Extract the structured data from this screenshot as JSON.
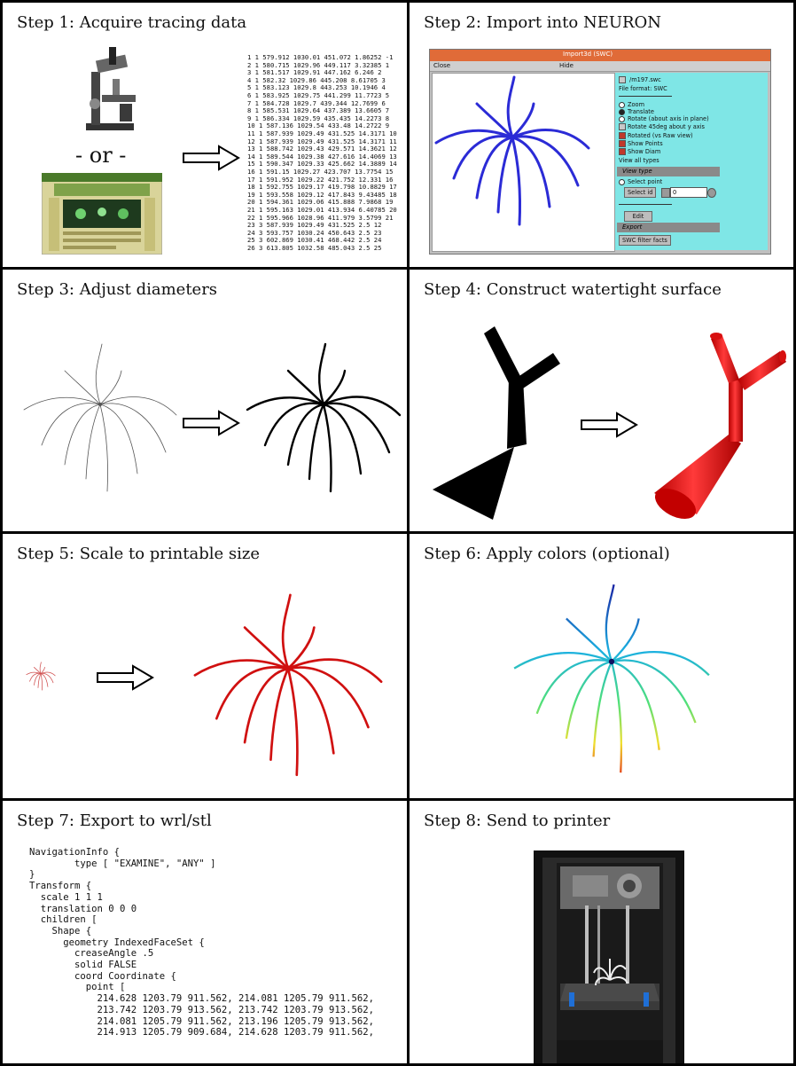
{
  "steps": {
    "s1": {
      "title": "Step 1: Acquire tracing data",
      "or_label": "- or -"
    },
    "s2": {
      "title": "Step 2: Import into NEURON"
    },
    "s3": {
      "title": "Step 3: Adjust diameters"
    },
    "s4": {
      "title": "Step 4: Construct watertight surface"
    },
    "s5": {
      "title": "Step 5: Scale to printable size"
    },
    "s6": {
      "title": "Step 6: Apply colors (optional)"
    },
    "s7": {
      "title": "Step 7: Export to wrl/stl"
    },
    "s8": {
      "title": "Step 8: Send to printer"
    }
  },
  "swc_lines": [
    "1 1 579.912 1030.01 451.072 1.86252 -1",
    "2 1 580.715 1029.96 449.117 3.32385 1",
    "3 1 581.517 1029.91 447.162 6.246 2",
    "4 1 582.32 1029.86 445.208 8.61705 3",
    "5 1 583.123 1029.8 443.253 10.1946 4",
    "6 1 583.925 1029.75 441.299 11.7723 5",
    "7 1 584.728 1029.7 439.344 12.7699 6",
    "8 1 585.531 1029.64 437.389 13.6605 7",
    "9 1 586.334 1029.59 435.435 14.2273 8",
    "10 1 587.136 1029.54 433.48 14.2722 9",
    "11 1 587.939 1029.49 431.525 14.3171 10",
    "12 1 587.939 1029.49 431.525 14.3171 11",
    "13 1 588.742 1029.43 429.571 14.3621 12",
    "14 1 589.544 1029.38 427.616 14.4069 13",
    "15 1 590.347 1029.33 425.662 14.3889 14",
    "16 1 591.15 1029.27 423.707 13.7754 15",
    "17 1 591.952 1029.22 421.752 12.331 16",
    "18 1 592.755 1029.17 419.798 10.8829 17",
    "19 1 593.558 1029.12 417.843 9.43485 18",
    "20 1 594.361 1029.06 415.888 7.9868 19",
    "21 1 595.163 1029.01 413.934 6.40785 20",
    "22 1 595.966 1028.96 411.979 3.5799 21",
    "23 3 587.939 1029.49 431.525 2.5 12",
    "24 3 593.757 1030.24 450.643 2.5 23",
    "25 3 602.869 1030.41 468.442 2.5 24",
    "26 3 613.805 1032.58 485.043 2.5 25"
  ],
  "neuron_window": {
    "title": "Import3d (SWC)",
    "menu": [
      "Close",
      "Hide"
    ],
    "file": "/m197.swc",
    "file_format": "File format: SWC",
    "opt_zoom": "Zoom",
    "opt_translate": "Translate",
    "opt_rotate_plane": "Rotate (about axis in plane)",
    "opt_rotate_45": "Rotate 45deg about y axis",
    "opt_rotated": "Rotated (vs Raw view)",
    "opt_show_points": "Show Points",
    "opt_show_diam": "Show Diam",
    "view_all": "View all types",
    "bar_view_type": "View type",
    "opt_select_point": "Select point",
    "btn_select_id": "Select id",
    "id_value": "0",
    "btn_edit": "Edit",
    "bar_export": "Export",
    "btn_filter": "SWC filter facts"
  },
  "code_lines": [
    "NavigationInfo {",
    "        type [ \"EXAMINE\", \"ANY\" ]",
    "}",
    "Transform {",
    "  scale 1 1 1",
    "  translation 0 0 0",
    "  children [",
    "    Shape {",
    "      geometry IndexedFaceSet {",
    "        creaseAngle .5",
    "        solid FALSE",
    "        coord Coordinate {",
    "          point [",
    "            214.628 1203.79 911.562, 214.081 1205.79 911.562,",
    "            213.742 1203.79 913.562, 213.742 1203.79 913.562,",
    "            214.081 1205.79 911.562, 213.196 1205.79 913.562,",
    "            214.913 1205.79 909.684, 214.628 1203.79 911.562,"
  ],
  "colors": {
    "border": "#000000",
    "neuron_red": "#d01010",
    "surface_red": "#e21b1b",
    "neuron_blue": "#2b2bd6",
    "neuron_cyan_panel": "#7fe6e6",
    "window_title": "#e06b38"
  }
}
